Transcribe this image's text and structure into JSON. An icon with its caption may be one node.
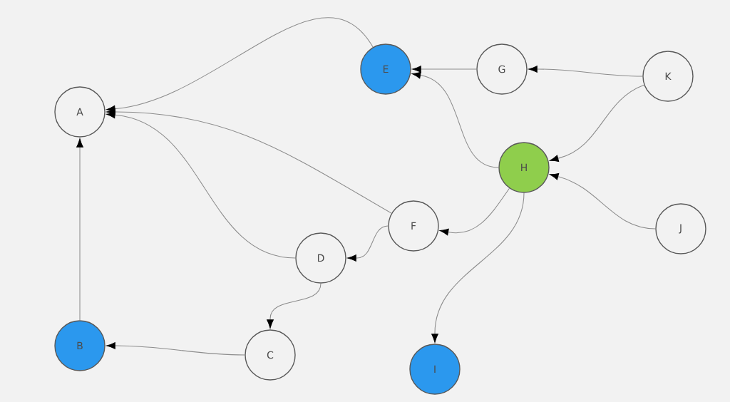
{
  "diagram": {
    "nodes": [
      {
        "text": [
          "A"
        ]
      },
      {
        "text": [
          "B"
        ]
      },
      {
        "text": [
          "C"
        ]
      },
      {
        "text": [
          "D"
        ]
      },
      {
        "text": [
          "E"
        ]
      },
      {
        "text": [
          "F"
        ]
      },
      {
        "text": [
          "G"
        ]
      },
      {
        "text": [
          "H"
        ]
      },
      {
        "text": [
          "I"
        ]
      },
      {
        "text": [
          "J"
        ]
      },
      {
        "text": [
          "K"
        ]
      }
    ],
    "edges": [
      {
        "from": 4,
        "to": 0,
        "arrow": "to"
      },
      {
        "from": 5,
        "to": 0,
        "arrow": "to"
      },
      {
        "from": 3,
        "to": 0,
        "arrow": "to"
      },
      {
        "from": 1,
        "to": 0,
        "arrow": "to"
      },
      {
        "from": 6,
        "to": 4,
        "arrow": "to"
      },
      {
        "from": 10,
        "to": 6,
        "arrow": "to"
      },
      {
        "from": 10,
        "to": 7,
        "arrow": "to"
      },
      {
        "from": 7,
        "to": 4,
        "arrow": "to"
      },
      {
        "from": 7,
        "to": 5,
        "arrow": "to"
      },
      {
        "from": 9,
        "to": 7,
        "arrow": "to"
      },
      {
        "from": 7,
        "to": 8,
        "arrow": "to"
      },
      {
        "from": 5,
        "to": 3,
        "arrow": "to"
      },
      {
        "from": 3,
        "to": 2,
        "arrow": "to"
      },
      {
        "from": 2,
        "to": 1,
        "arrow": "to"
      }
    ]
  }
}
